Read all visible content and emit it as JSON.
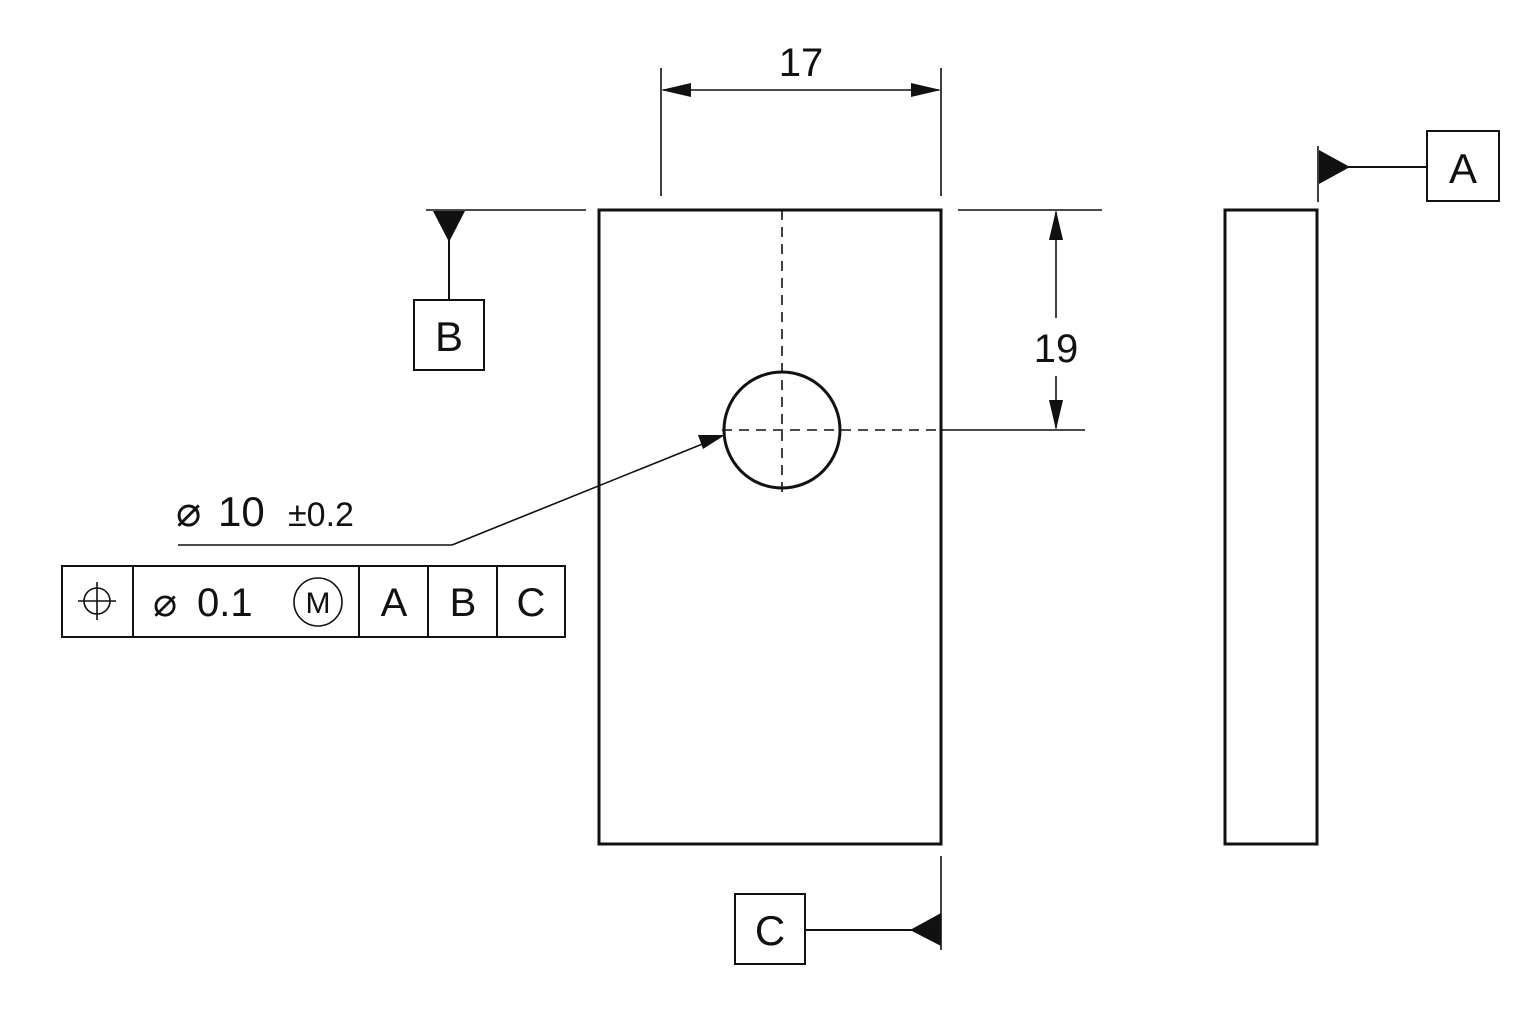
{
  "dimensions": {
    "width": "17",
    "height": "19",
    "hole_diameter": "10",
    "hole_tolerance": "±0.2"
  },
  "datums": {
    "a": "A",
    "b": "B",
    "c": "C"
  },
  "feature_control_frame": {
    "characteristic_icon": "position-icon",
    "tolerance_value": "0.1",
    "modifier": "M",
    "datum_primary": "A",
    "datum_secondary": "B",
    "datum_tertiary": "C"
  },
  "symbols": {
    "diameter": "⌀"
  },
  "colors": {
    "line": "#111111",
    "background": "#ffffff"
  }
}
